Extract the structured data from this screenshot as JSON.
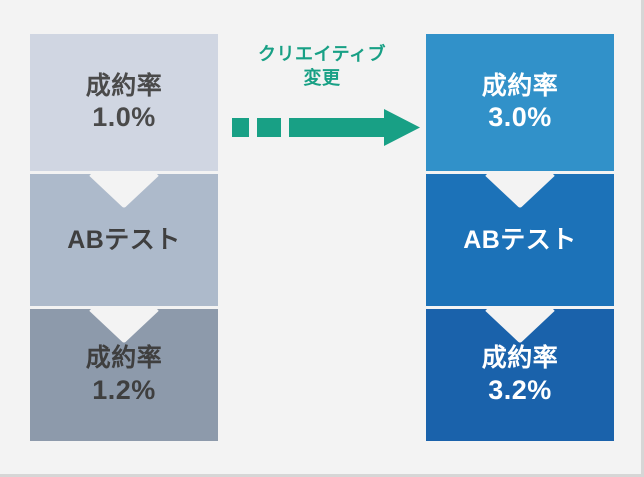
{
  "theme": {
    "page_background": "#f3f3f3",
    "accent_green": "#18a085",
    "before_colors": [
      "#d0d6e2",
      "#adbacb",
      "#8d9aab"
    ],
    "after_colors": [
      "#3191c9",
      "#1c72b8",
      "#1a62ab"
    ],
    "before_text_color": "#444444",
    "after_text_color": "#ffffff"
  },
  "annotation": {
    "line1": "クリエイティブ",
    "line2": "変更",
    "arrow_icon": "dashed-right-arrow-icon"
  },
  "funnels": {
    "before": {
      "name": "before-funnel",
      "stages": [
        {
          "id": "conversion-rate-top",
          "label": "成約率",
          "value": "1.0%"
        },
        {
          "id": "ab-test",
          "label": "ABテスト",
          "value": ""
        },
        {
          "id": "conversion-rate-bottom",
          "label": "成約率",
          "value": "1.2%"
        }
      ]
    },
    "after": {
      "name": "after-funnel",
      "stages": [
        {
          "id": "conversion-rate-top",
          "label": "成約率",
          "value": "3.0%"
        },
        {
          "id": "ab-test",
          "label": "ABテスト",
          "value": ""
        },
        {
          "id": "conversion-rate-bottom",
          "label": "成約率",
          "value": "3.2%"
        }
      ]
    }
  }
}
